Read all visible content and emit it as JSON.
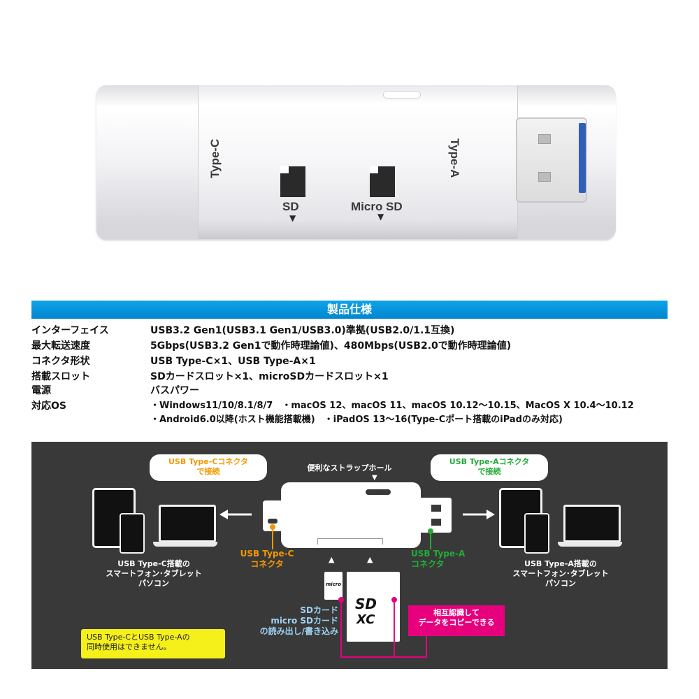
{
  "product": {
    "label_typec": "Type-C",
    "label_typea": "Type-A",
    "label_sd": "SD",
    "label_microsd": "Micro SD",
    "arrow": "▼"
  },
  "spec": {
    "title": "製品仕様",
    "rows": [
      {
        "label": "インターフェイス",
        "value": "USB3.2 Gen1(USB3.1 Gen1/USB3.0)準拠(USB2.0/1.1互換)"
      },
      {
        "label": "最大転送速度",
        "value": "5Gbps(USB3.2 Gen1で動作時理論値)、480Mbps(USB2.0で動作時理論値)"
      },
      {
        "label": "コネクタ形状",
        "value": "USB Type-C×1、USB Type-A×1"
      },
      {
        "label": "搭載スロット",
        "value": "SDカードスロット×1、microSDカードスロット×1"
      },
      {
        "label": "電源",
        "value": "バスパワー"
      },
      {
        "label": "対応OS",
        "value": "・Windows11/10/8.1/8/7　・macOS 12、macOS 11、macOS 10.12～10.15、MacOS X 10.4～10.12"
      },
      {
        "label": "",
        "value": "・Android6.0以降(ホスト機能搭載機)　・iPadOS 13～16(Type-Cポート搭載のiPadのみ対応)"
      }
    ]
  },
  "diagram": {
    "bubble_left_l1": "USB Type-Cコネクタ",
    "bubble_left_l2": "で接続",
    "bubble_right_l1": "USB Type-Aコネクタ",
    "bubble_right_l2": "で接続",
    "strap_hole": "便利なストラップホール",
    "left_devices_l1": "USB Type-C搭載の",
    "left_devices_l2": "スマートフォン･タブレット",
    "left_devices_l3": "パソコン",
    "right_devices_l1": "USB Type-A搭載の",
    "right_devices_l2": "スマートフォン･タブレット",
    "right_devices_l3": "パソコン",
    "typec_label_l1": "USB Type-C",
    "typec_label_l2": "コネクタ",
    "typea_label_l1": "USB Type-A",
    "typea_label_l2": "コネクタ",
    "card_l1": "SDカード",
    "card_l2": "micro SDカード",
    "card_l3": "の読み出し/書き込み",
    "mutual_l1": "相互認識して",
    "mutual_l2": "データをコピーできる",
    "notice_l1": "USB Type-CとUSB Type-Aの",
    "notice_l2": "同時使用はできません。",
    "sd_logo": "SD",
    "sdxc_logo": "XC",
    "microsd_logo": "micro",
    "colors": {
      "typec": "#f39800",
      "typea": "#22ac38",
      "magenta": "#e6007e",
      "blue_bar": "#0091d8"
    }
  }
}
